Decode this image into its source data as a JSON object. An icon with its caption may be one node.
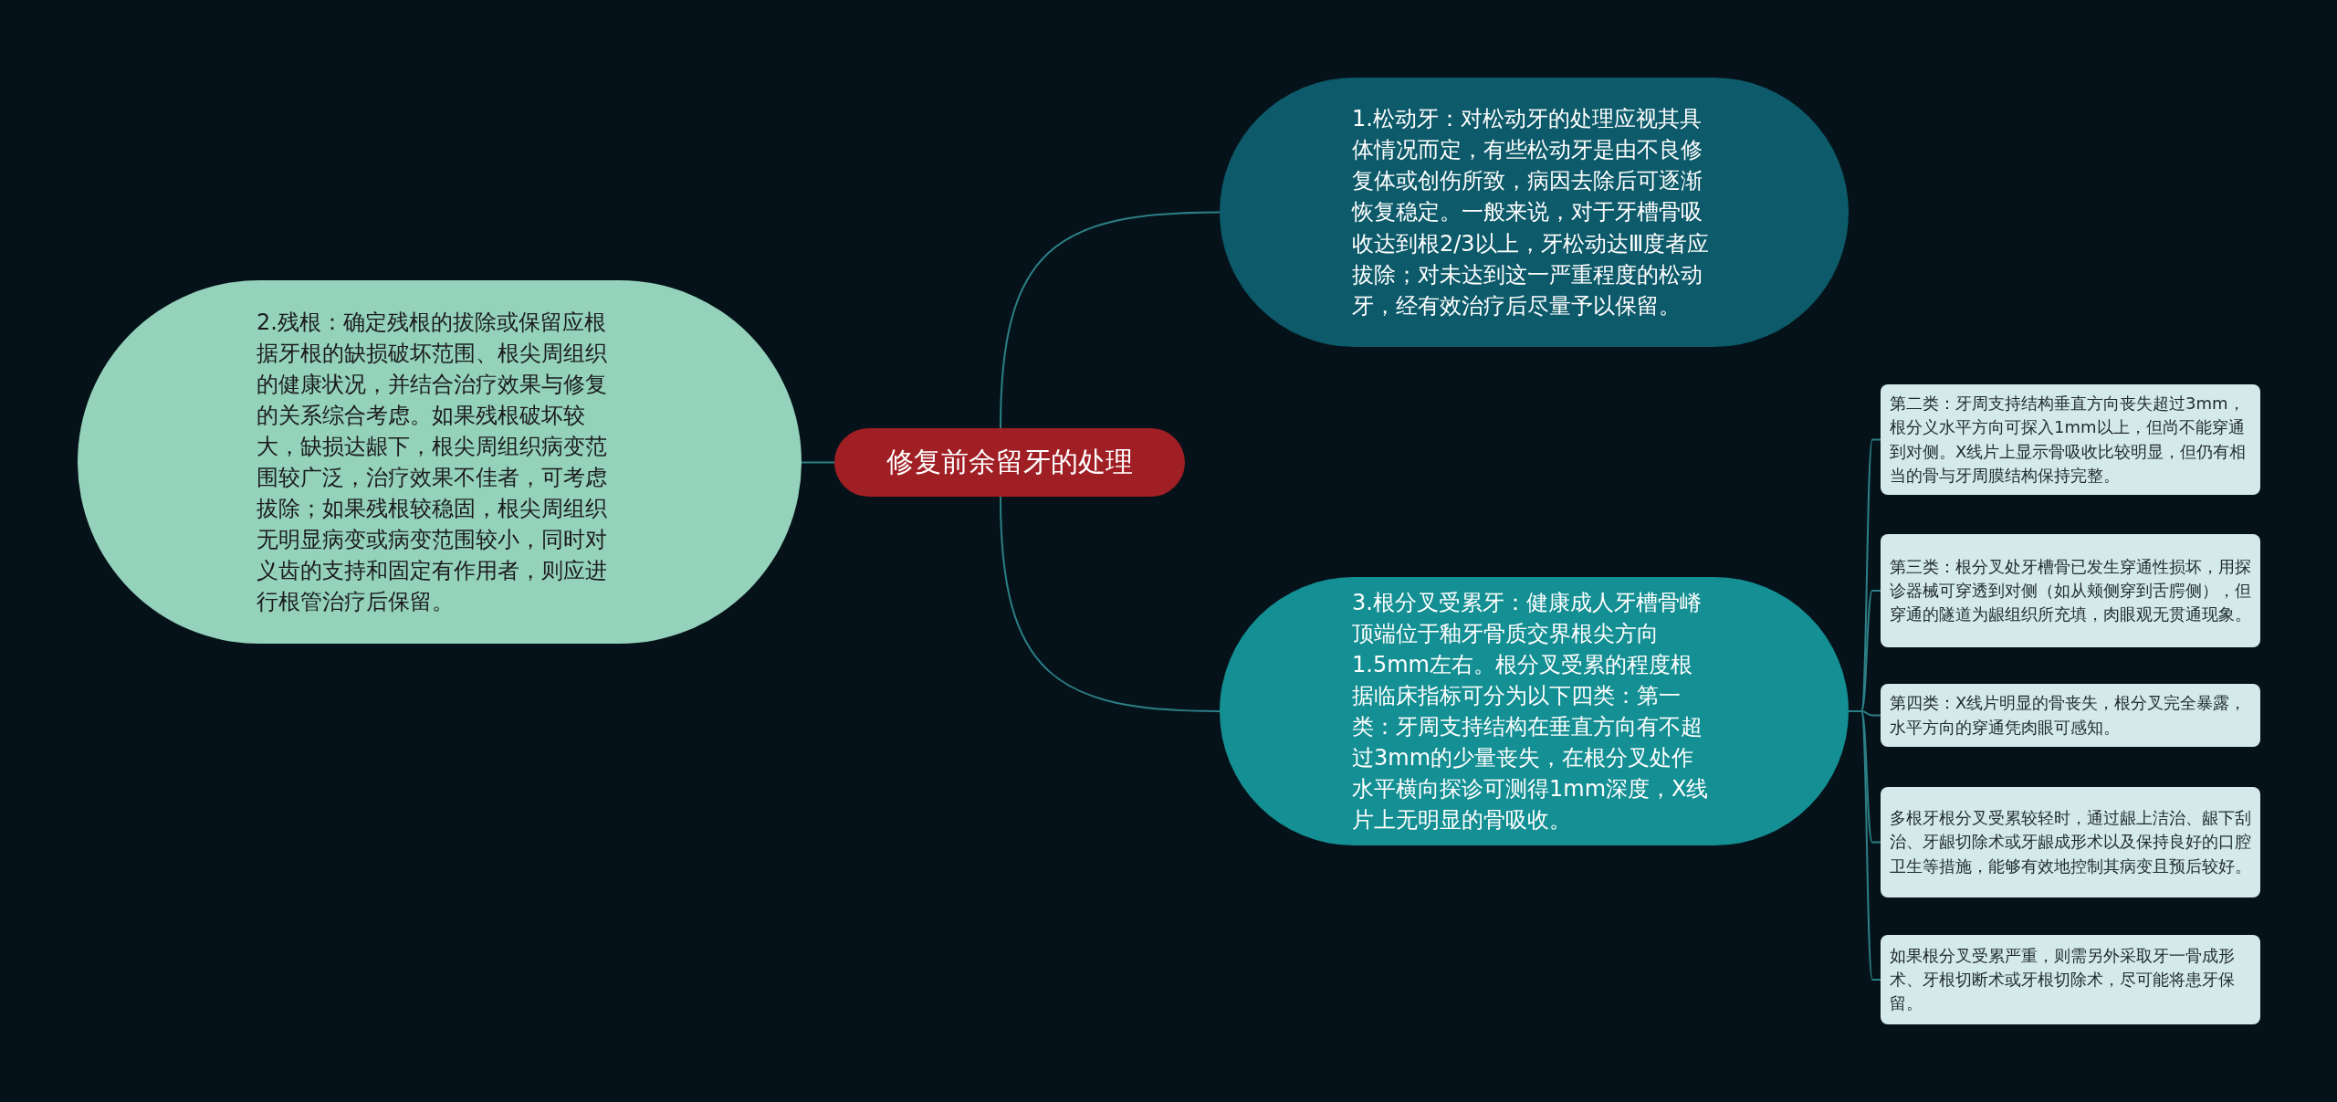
{
  "diagram": {
    "nodes": [
      {
        "text": [
          "修复前余留牙的处理"
        ]
      },
      {
        "text": [
          "1.松动牙：对松动牙的处理应视其具体情况而定，有些松动牙是由不良修复体或创伤所致，病因去除后可逐渐恢复稳定。一般来说，对于牙槽骨吸收达到根2/3以上，牙松动达Ⅲ度者应拔除；对未达到这一严重程度的松动牙，经有效治疗后尽量予以保留。"
        ]
      },
      {
        "text": [
          "2.残根：确定残根的拔除或保留应根据牙根的缺损破坏范围、根尖周组织的健康状况，并结合治疗效果与修复的关系综合考虑。如果残根破坏较大，缺损达龈下，根尖周组织病变范围较广泛，治疗效果不佳者，可考虑拔除；如果残根较稳固，根尖周组织无明显病变或病变范围较小，同时对义齿的支持和固定有作用者，则应进行根管治疗后保留。"
        ]
      },
      {
        "text": [
          "3.根分叉受累牙：健康成人牙槽骨嵴顶端位于釉牙骨质交界根尖方向1.5mm左右。根分叉受累的程度根据临床指标可分为以下四类：第一类：牙周支持结构在垂直方向有不超过3mm的少量丧失，在根分叉处作水平横向探诊可测得1mm深度，X线片上无明显的骨吸收。"
        ]
      },
      {
        "text": [
          "第二类：牙周支持结构垂直方向丧失超过3mm，根分义水平方向可探入1mm以上，但尚不能穿通到对侧。X线片上显示骨吸收比较明显，但仍有相当的骨与牙周膜结构保持完整。"
        ]
      },
      {
        "text": [
          "第三类：根分叉处牙槽骨已发生穿通性损坏，用探诊器械可穿透到对侧（如从颊侧穿到舌腭侧），但穿通的隧道为龈组织所充填，肉眼观无贯通现象。"
        ]
      },
      {
        "text": [
          "第四类：X线片明显的骨丧失，根分叉完全暴露，水平方向的穿通凭肉眼可感知。"
        ]
      },
      {
        "text": [
          "多根牙根分叉受累较轻时，通过龈上洁治、龈下刮治、牙龈切除术或牙龈成形术以及保持良好的口腔卫生等措施，能够有效地控制其病变且预后较好。"
        ]
      },
      {
        "text": [
          "如果根分叉受累严重，则需另外采取牙一骨成形术、牙根切断术或牙根切除术，尽可能将患牙保留。"
        ]
      }
    ],
    "edges": [
      {
        "from": 0,
        "to": 1,
        "arrow": "none"
      },
      {
        "from": 0,
        "to": 2,
        "arrow": "none"
      },
      {
        "from": 0,
        "to": 3,
        "arrow": "none"
      },
      {
        "from": 3,
        "to": 4,
        "arrow": "none"
      },
      {
        "from": 3,
        "to": 5,
        "arrow": "none"
      },
      {
        "from": 3,
        "to": 6,
        "arrow": "none"
      },
      {
        "from": 3,
        "to": 7,
        "arrow": "none"
      },
      {
        "from": 3,
        "to": 8,
        "arrow": "none"
      }
    ]
  }
}
